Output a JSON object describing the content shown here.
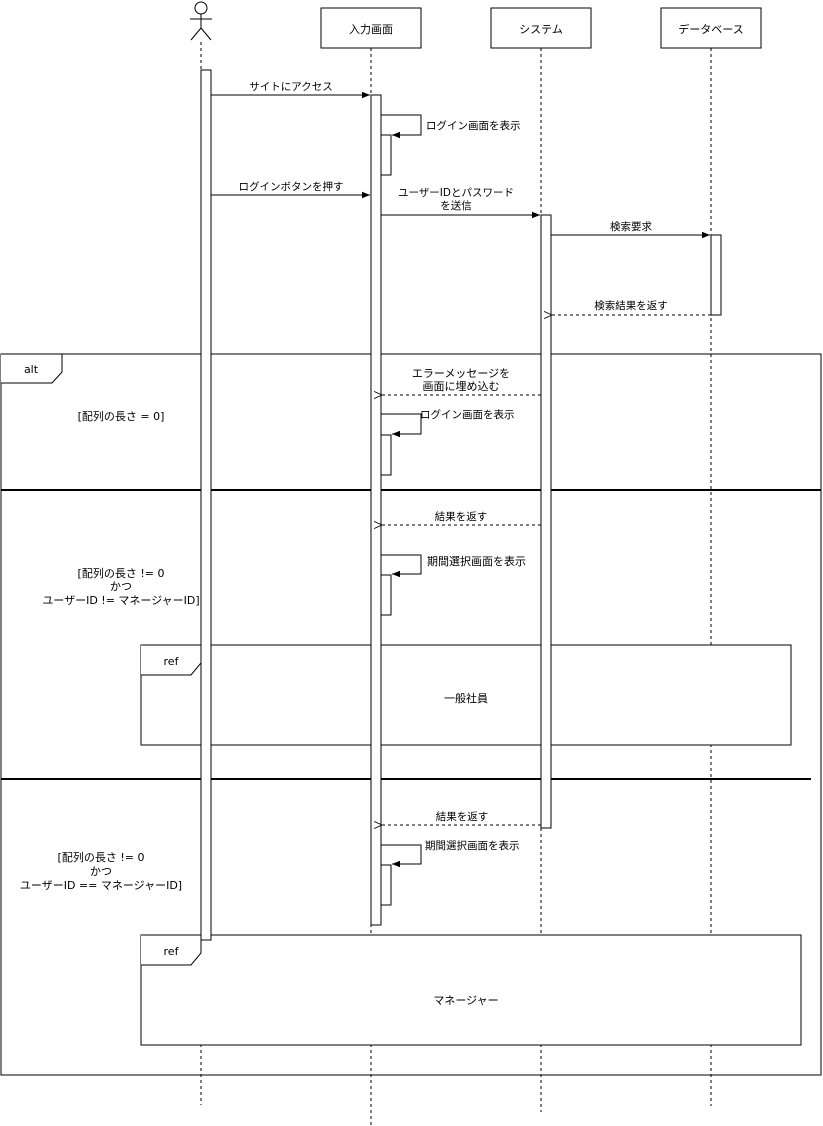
{
  "participants": {
    "actor": "",
    "input_screen": "入力画面",
    "system": "システム",
    "database": "データベース"
  },
  "messages": {
    "access_site": "サイトにアクセス",
    "show_login_1": "ログイン画面を表示",
    "press_login": "ログインボタンを押す",
    "send_credentials_1": "ユーザーIDとパスワード",
    "send_credentials_2": "を送信",
    "search_request": "検索要求",
    "return_search": "検索結果を返す",
    "embed_error_1": "エラーメッセージを",
    "embed_error_2": "画面に埋め込む",
    "show_login_2": "ログイン画面を表示",
    "return_result_1": "結果を返す",
    "show_period_1": "期間選択画面を表示",
    "return_result_2": "結果を返す",
    "show_period_2": "期間選択画面を表示"
  },
  "alt": {
    "label": "alt",
    "guard1": "[配列の長さ = 0]",
    "guard2_l1": "[配列の長さ != 0",
    "guard2_l2": "かつ",
    "guard2_l3": "ユーザーID != マネージャーID]",
    "guard3_l1": "[配列の長さ != 0",
    "guard3_l2": "かつ",
    "guard3_l3": "ユーザーID == マネージャーID]"
  },
  "refs": {
    "ref1_label": "ref",
    "ref1_name": "一般社員",
    "ref2_label": "ref",
    "ref2_name": "マネージャー"
  }
}
